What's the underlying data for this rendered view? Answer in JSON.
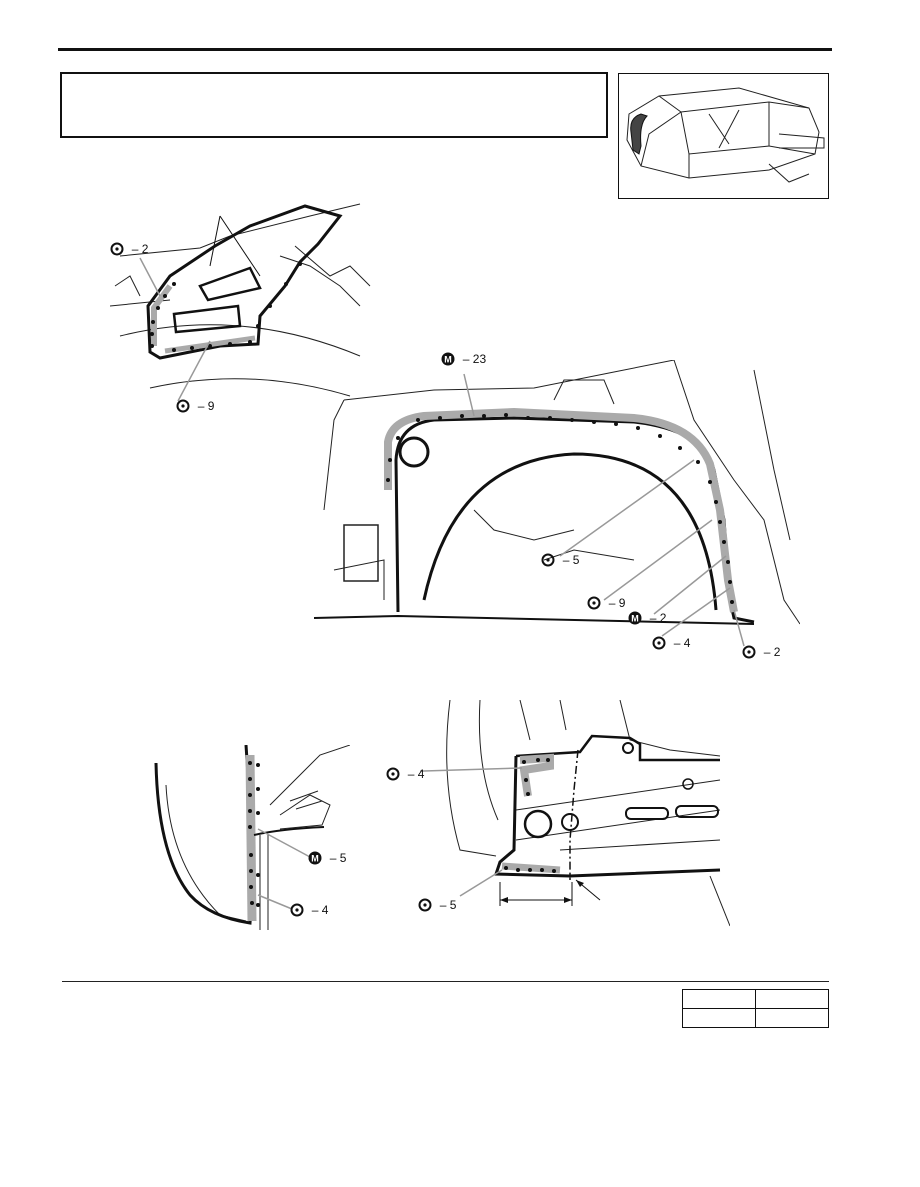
{
  "labels": {
    "top_left_1": "2",
    "top_left_2": "9",
    "main_1": "23",
    "main_2": "5",
    "main_3": "9",
    "main_4": "2",
    "main_5": "4",
    "main_6": "2",
    "bl_1": "5",
    "bl_2": "4",
    "br_1": "4",
    "br_2": "5"
  },
  "markers": {
    "spot": "O",
    "mig": "M"
  },
  "colors": {
    "line": "#111111",
    "weld_band": "#b8b8b8"
  }
}
